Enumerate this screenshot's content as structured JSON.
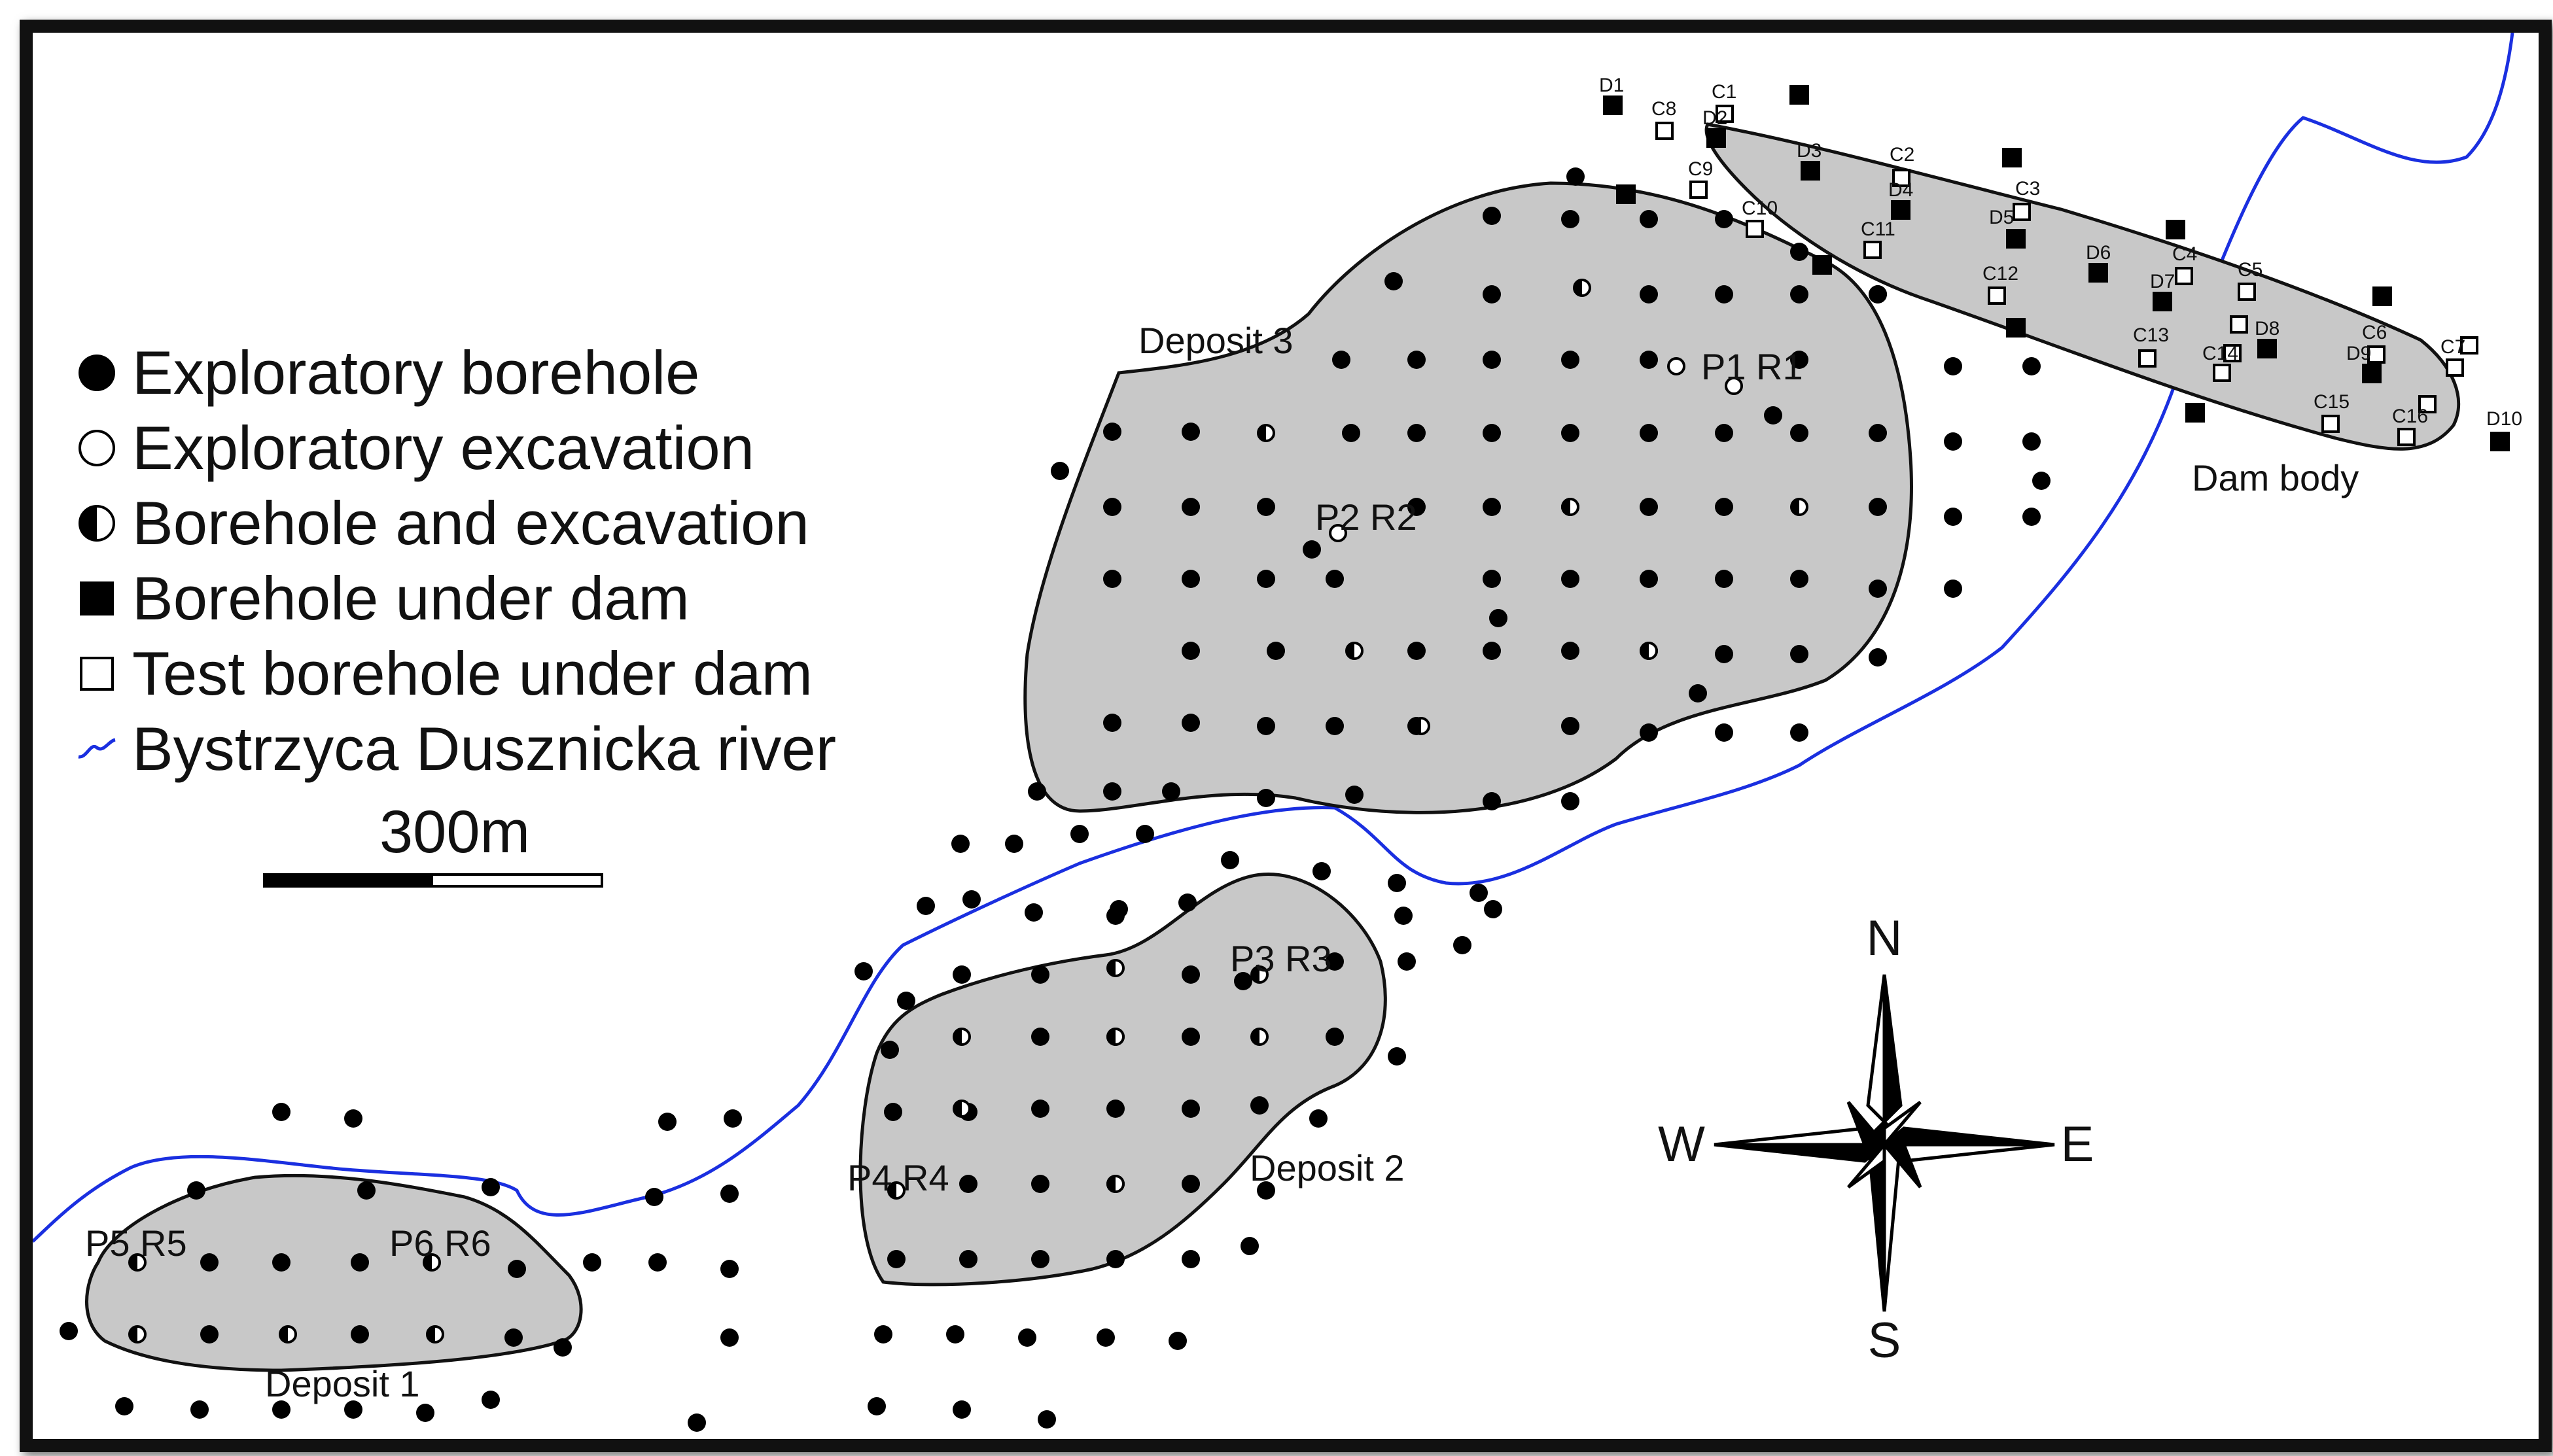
{
  "legend": {
    "exploratory_borehole": "Exploratory borehole",
    "exploratory_excavation": "Exploratory excavation",
    "borehole_and_excavation": "Borehole and excavation",
    "borehole_under_dam": "Borehole under dam",
    "test_borehole_under_dam": "Test borehole under dam",
    "river": "Bystrzyca Dusznicka river"
  },
  "scale": {
    "label": "300m"
  },
  "compass": {
    "north": "N",
    "south": "S",
    "east": "E",
    "west": "W"
  },
  "areas": {
    "deposit1": "Deposit 1",
    "deposit2": "Deposit 2",
    "deposit3": "Deposit 3",
    "dam": "Dam body"
  },
  "profiles": {
    "p1": "P1 R1",
    "p2": "P2 R2",
    "p3": "P3 R3",
    "p4": "P4 R4",
    "p5": "P5 R5",
    "p6": "P6 R6"
  },
  "dam_boreholes": [
    "D1",
    "D2",
    "D3",
    "D4",
    "D5",
    "D6",
    "D7",
    "D8",
    "D9",
    "D10"
  ],
  "test_boreholes": [
    "C1",
    "C2",
    "C3",
    "C4",
    "C5",
    "C6",
    "C7",
    "C8",
    "C9",
    "C10",
    "C11",
    "C12",
    "C13",
    "C14",
    "C15",
    "C16"
  ],
  "colors": {
    "deposit_fill": "#c8c8c8",
    "river": "#1a2fe0",
    "frame": "#111111"
  }
}
